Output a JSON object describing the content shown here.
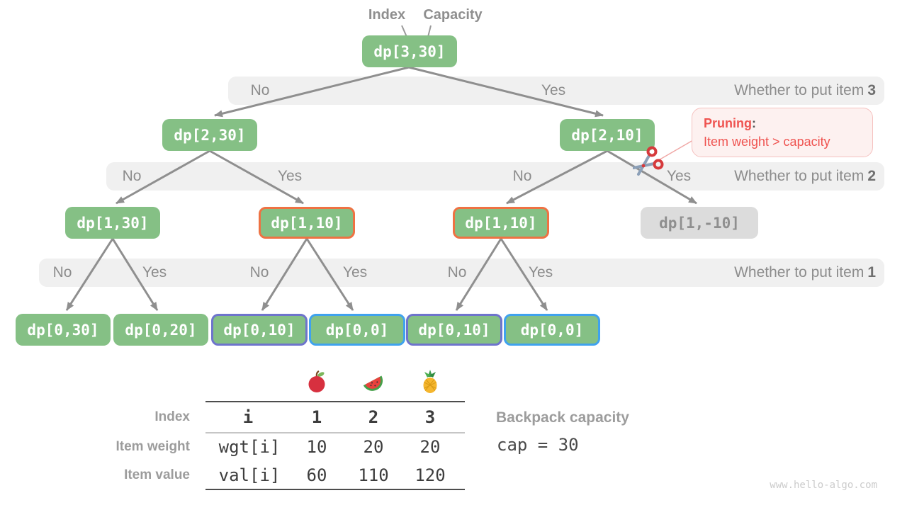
{
  "pointers": {
    "index": "Index",
    "capacity": "Capacity"
  },
  "tree": {
    "root": "dp[3,30]",
    "level2": [
      "dp[2,30]",
      "dp[2,10]"
    ],
    "level3": [
      "dp[1,30]",
      "dp[1,10]",
      "dp[1,10]",
      "dp[1,-10]"
    ],
    "level4": [
      "dp[0,30]",
      "dp[0,20]",
      "dp[0,10]",
      "dp[0,0]",
      "dp[0,10]",
      "dp[0,0]"
    ]
  },
  "bands": [
    {
      "labels": [
        "No",
        "Yes"
      ],
      "question": "Whether to put item",
      "item": "3"
    },
    {
      "labels": [
        "No",
        "Yes",
        "No",
        "Yes"
      ],
      "question": "Whether to put item",
      "item": "2"
    },
    {
      "labels": [
        "No",
        "Yes",
        "No",
        "Yes",
        "No",
        "Yes"
      ],
      "question": "Whether to put item",
      "item": "1"
    }
  ],
  "pruning": {
    "title": "Pruning",
    "colon": ":",
    "body": "Item weight > capacity"
  },
  "icons": [
    "scissors-icon",
    "apple-icon",
    "watermelon-icon",
    "pineapple-icon"
  ],
  "table": {
    "rows": [
      {
        "label": "Index",
        "cells": [
          "i",
          "1",
          "2",
          "3"
        ]
      },
      {
        "label": "Item weight",
        "cells": [
          "wgt[i]",
          "10",
          "20",
          "20"
        ]
      },
      {
        "label": "Item value",
        "cells": [
          "val[i]",
          "60",
          "110",
          "120"
        ]
      }
    ]
  },
  "capacity_info": {
    "label": "Backpack capacity",
    "value": "cap = 30"
  },
  "watermark": "www.hello-algo.com",
  "colors": {
    "node_green": "#85C085",
    "pruned_gray": "#DCDCDC",
    "highlight_orange": "#EE7243",
    "highlight_purple": "#6E74CC",
    "highlight_blue": "#3FA2EE",
    "pruning_red": "#EF5350",
    "arrow_gray": "#8F8F8F",
    "band_gray": "#F0F0F0"
  }
}
